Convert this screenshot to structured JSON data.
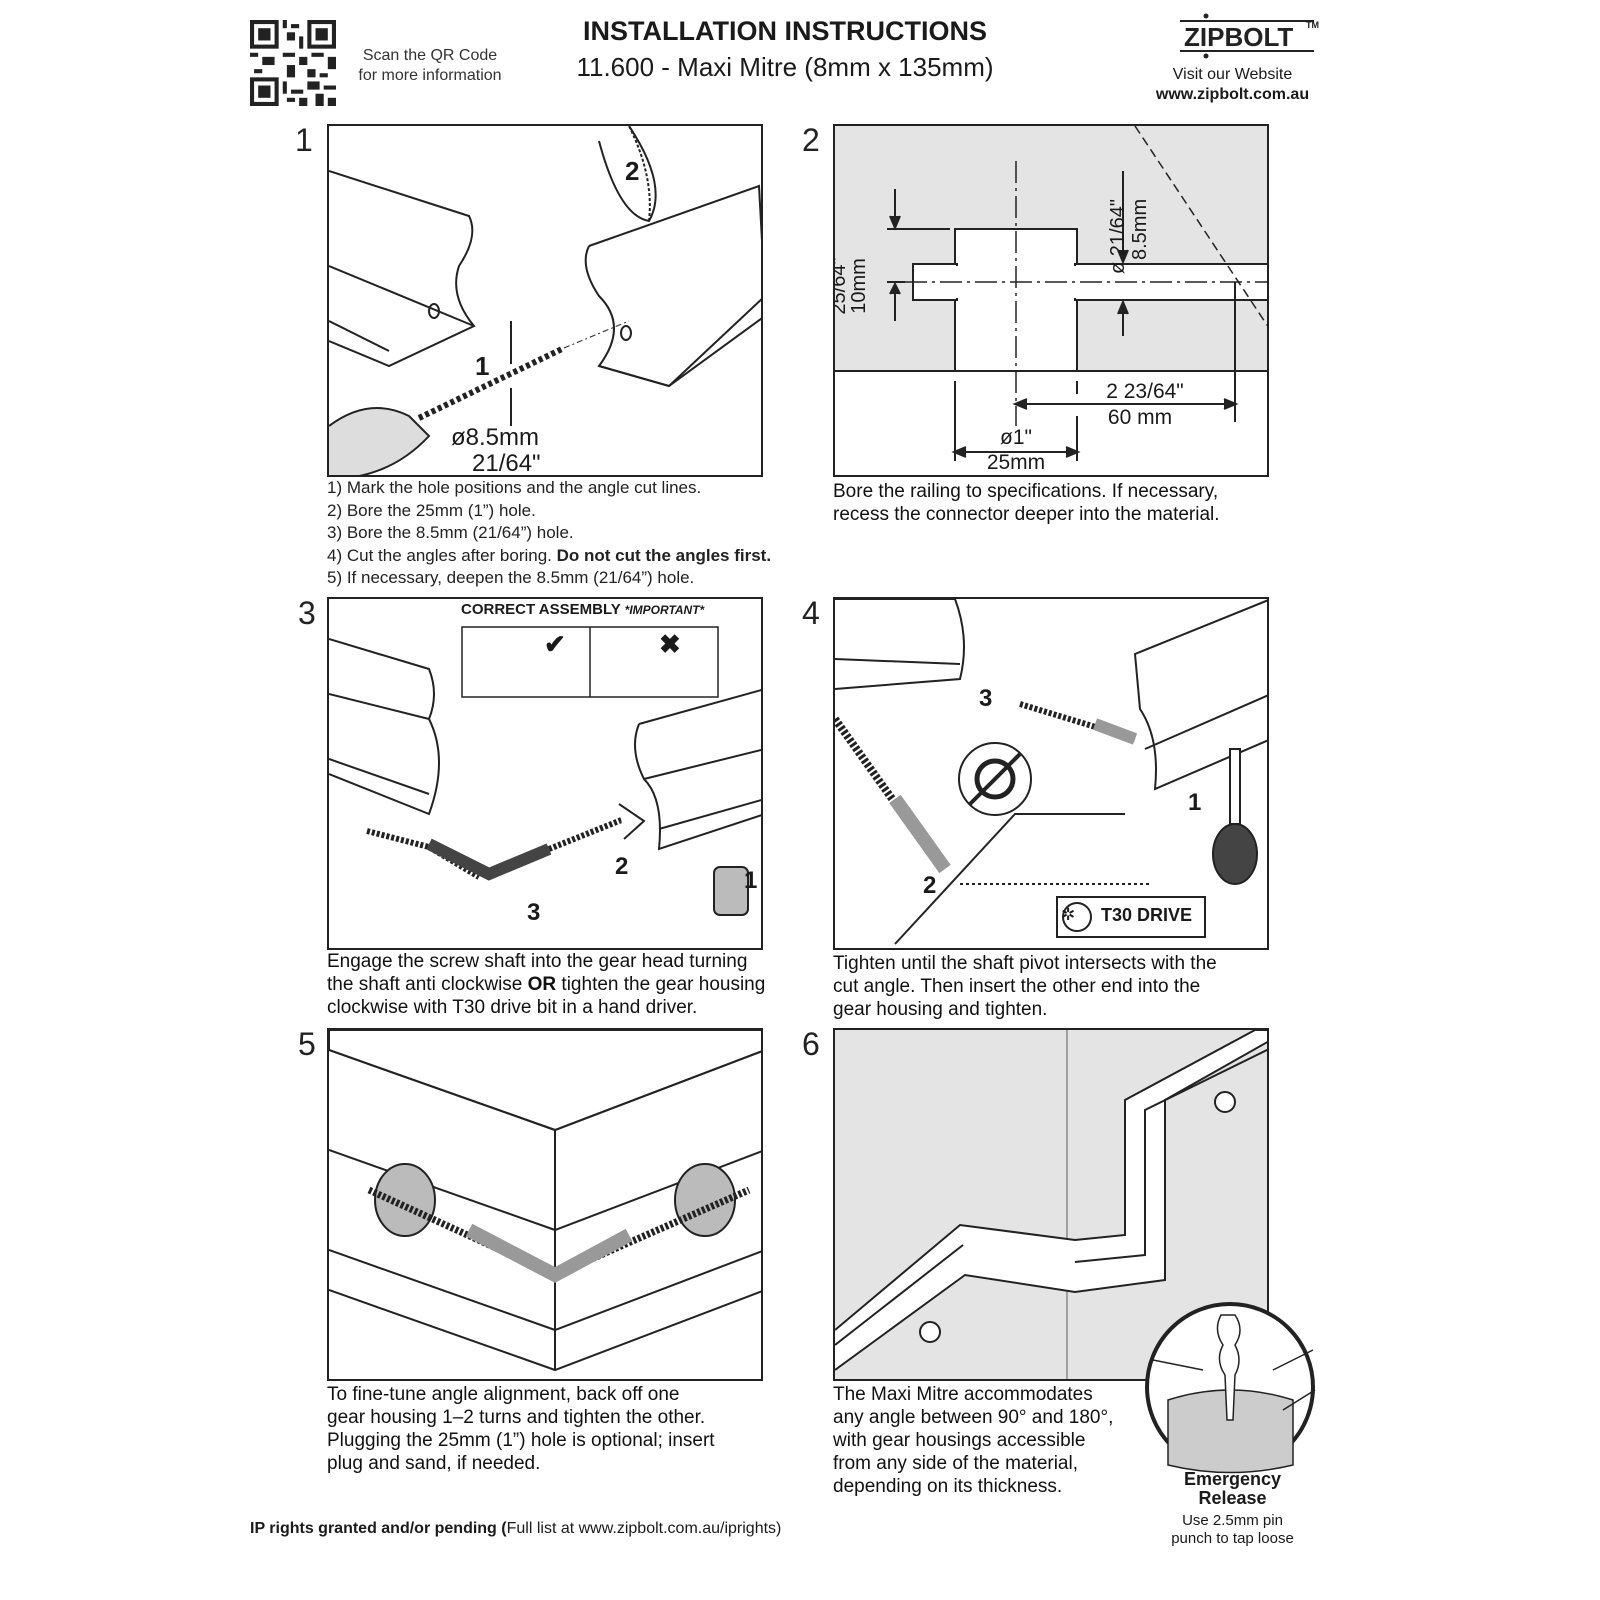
{
  "header": {
    "qr_caption_line1": "Scan the QR Code",
    "qr_caption_line2": "for more information",
    "title": "INSTALLATION INSTRUCTIONS",
    "subtitle": "11.600 - Maxi Mitre (8mm x 135mm)",
    "logo_text": "ZIPBOLT",
    "logo_tm": "™",
    "website_label": "Visit our Website",
    "website_url": "www.zipbolt.com.au"
  },
  "steps": [
    {
      "number": "1",
      "callouts": {
        "saw": "2",
        "drill": "1",
        "dia_mm": "ø8.5mm",
        "dia_in": "21/64\""
      },
      "lines": [
        "1) Mark the hole positions and the angle cut lines.",
        "2) Bore the 25mm (1”) hole.",
        "3) Bore the 8.5mm (21/64”) hole.",
        "4) Cut the angles after boring. ",
        "5) If necessary, deepen the 8.5mm (21/64”) hole."
      ],
      "line4_bold": "Do not cut the angles first."
    },
    {
      "number": "2",
      "dims": {
        "depth_in": "25/64\"",
        "depth_mm": "10mm",
        "small_in": "ø 21/64\"",
        "small_mm": "8.5mm",
        "dist_in": "2 23/64\"",
        "dist_mm": "60 mm",
        "big_in": "ø1\"",
        "big_mm": "25mm"
      },
      "lines": [
        "Bore the railing to specifications. If necessary,",
        "recess the connector deeper into the material."
      ]
    },
    {
      "number": "3",
      "inset_title": "CORRECT ASSEMBLY",
      "inset_important": "*IMPORTANT*",
      "callouts": [
        "1",
        "2",
        "3"
      ],
      "lines_a": "Engage the screw shaft into the gear head turning",
      "lines_b1": "the shaft anti clockwise ",
      "lines_b_bold": "OR",
      "lines_b2": " tighten the gear housing",
      "lines_c": "clockwise with T30 drive bit in a hand driver."
    },
    {
      "number": "4",
      "callouts": [
        "1",
        "2",
        "3"
      ],
      "badge": "T30 DRIVE",
      "lines": [
        "Tighten until the shaft pivot intersects with the",
        "cut angle. Then insert the other end into the",
        "gear housing and tighten."
      ]
    },
    {
      "number": "5",
      "lines": [
        "To fine-tune angle alignment, back off one",
        "gear housing 1–2 turns and tighten the other.",
        "Plugging the 25mm (1”) hole is optional; insert",
        "plug and sand, if needed."
      ]
    },
    {
      "number": "6",
      "lines": [
        "The Maxi Mitre accommodates",
        "any angle between 90° and 180°,",
        "with gear housings accessible",
        "from any side of the material,",
        "depending on its thickness."
      ]
    }
  ],
  "emergency": {
    "title_line1": "Emergency",
    "title_line2": "Release",
    "note_line1": "Use 2.5mm pin",
    "note_line2": "punch to tap loose"
  },
  "footer": {
    "bold": "IP rights granted and/or pending (",
    "normal": "Full list at www.zipbolt.com.au/iprights)"
  },
  "colors": {
    "panel_grey": "#e4e4e4",
    "part_grey": "#b8b8b8",
    "line": "#222222"
  }
}
